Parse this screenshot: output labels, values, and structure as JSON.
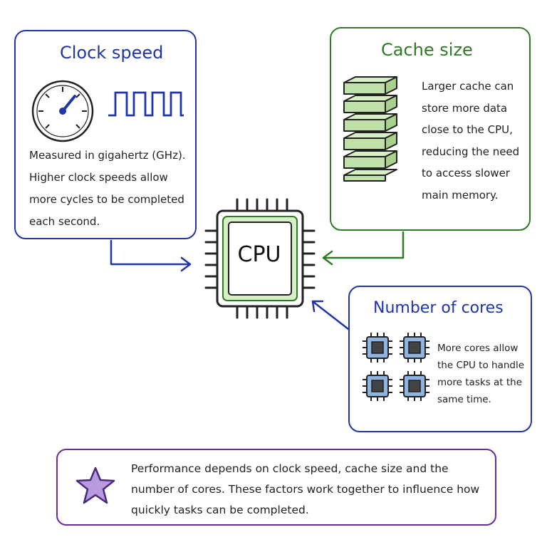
{
  "clock": {
    "title": "Clock speed",
    "body": "Measured in gigahertz (GHz). Higher clock speeds allow more cycles to be completed each second."
  },
  "cache": {
    "title": "Cache size",
    "body": "Larger cache can store more data close to the CPU, reducing the need to access slower main memory."
  },
  "cpu": {
    "label": "CPU"
  },
  "cores": {
    "title": "Number of cores",
    "body": "More cores allow the CPU to handle more tasks at the same time."
  },
  "summary": {
    "body": "Performance depends on clock speed, cache size and the number of cores. These factors work together to influence how quickly tasks can be completed."
  },
  "icons": [
    "speedometer-icon",
    "square-wave-icon",
    "cache-stack-icon",
    "cpu-chip-icon",
    "core-chip-icon",
    "star-icon"
  ],
  "colors": {
    "blue": "#1f35a8",
    "green": "#2f7a24",
    "purple": "#6a2a9c",
    "cache_fill": "#bfe0a8",
    "core_fill": "#8fb4e0",
    "star_fill": "#b79ae0"
  }
}
